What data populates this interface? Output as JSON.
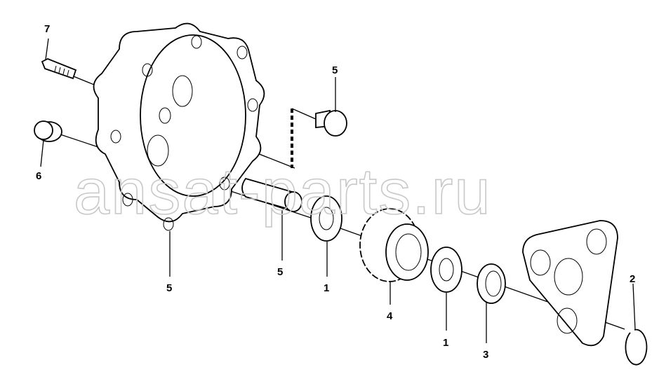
{
  "diagram": {
    "watermark": "ansat-parts.ru",
    "callouts": [
      {
        "id": "screw",
        "label": "7"
      },
      {
        "id": "plug-bolt",
        "label": "5"
      },
      {
        "id": "plug",
        "label": "6"
      },
      {
        "id": "housing",
        "label": "5"
      },
      {
        "id": "pin",
        "label": "5"
      },
      {
        "id": "gear-small-a",
        "label": "1"
      },
      {
        "id": "gear-large",
        "label": "4"
      },
      {
        "id": "gear-small-b",
        "label": "1"
      },
      {
        "id": "washer",
        "label": "3"
      },
      {
        "id": "circlip",
        "label": "2"
      }
    ]
  }
}
